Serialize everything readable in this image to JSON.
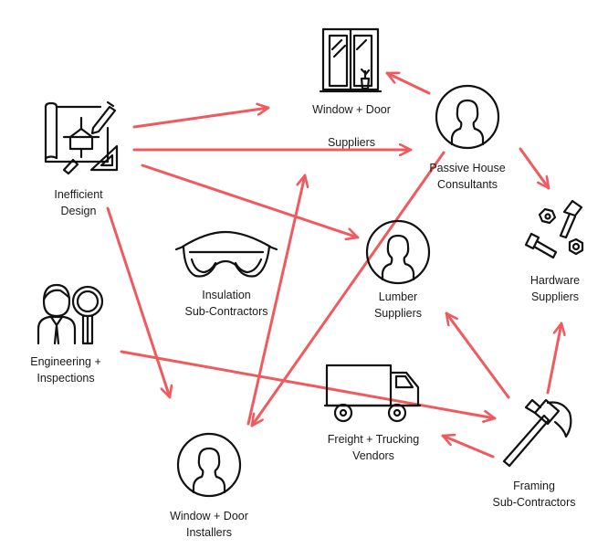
{
  "diagram": {
    "arrow_color": "#f05a5f",
    "icon_color": "#111111",
    "nodes": {
      "inefficient_design": {
        "line1": "Inefficient",
        "line2": "Design",
        "icon": "blueprint-icon"
      },
      "window_door_suppliers": {
        "line1": "Window + Door",
        "line2": "Suppliers",
        "icon": "window-icon"
      },
      "passive_house": {
        "line1": "Passive House",
        "line2": "Consultants",
        "icon": "person-icon"
      },
      "hardware": {
        "line1": "Hardware",
        "line2": "Suppliers",
        "icon": "nuts-bolts-icon"
      },
      "insulation": {
        "line1": "Insulation",
        "line2": "Sub-Contractors",
        "icon": "safety-goggles-icon"
      },
      "lumber": {
        "line1": "Lumber",
        "line2": "Suppliers",
        "icon": "person-icon"
      },
      "engineering": {
        "line1": "Engineering +",
        "line2": "Inspections",
        "icon": "inspector-icon"
      },
      "freight": {
        "line1": "Freight + Trucking",
        "line2": "Vendors",
        "icon": "truck-icon"
      },
      "framing": {
        "line1": "Framing",
        "line2": "Sub-Contractors",
        "icon": "hammer-icon"
      },
      "window_door_installers": {
        "line1": "Window + Door",
        "line2": "Installers",
        "icon": "person-icon"
      }
    }
  }
}
